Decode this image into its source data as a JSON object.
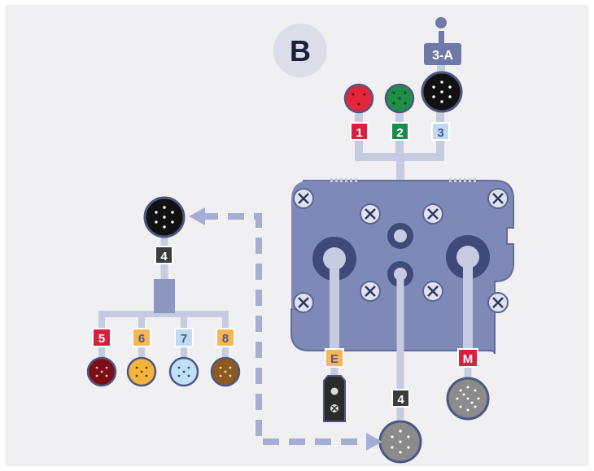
{
  "diagram": {
    "section_label": "B",
    "labels": {
      "port_1": "1",
      "port_2": "2",
      "port_3": "3",
      "port_3a": "3-A",
      "port_4_main": "4",
      "port_4_branch": "4",
      "port_e": "E",
      "port_m": "M",
      "port_5": "5",
      "port_6": "6",
      "port_7": "7",
      "port_8": "8"
    },
    "colors": {
      "background": "#f0f0f2",
      "hub_body": "#7f89b7",
      "hub_outline": "#626c98",
      "cable": "#c6cbe2",
      "dashed_link": "#a6aed4",
      "tag_red": "#d8213f",
      "tag_green": "#1f8a4d",
      "tag_light_blue": "#bfdaf1",
      "tag_orange": "#f6b656",
      "tag_dark": "#3c3c3c",
      "connector_red": "#e2263c",
      "connector_green": "#1f8f48",
      "connector_black": "#111111",
      "connector_dark_red": "#7a0d16",
      "connector_yellow": "#f3b43c",
      "connector_light_blue": "#bfe0f6",
      "connector_brown": "#8c5a1e",
      "connector_gray": "#8b8b8b"
    }
  }
}
